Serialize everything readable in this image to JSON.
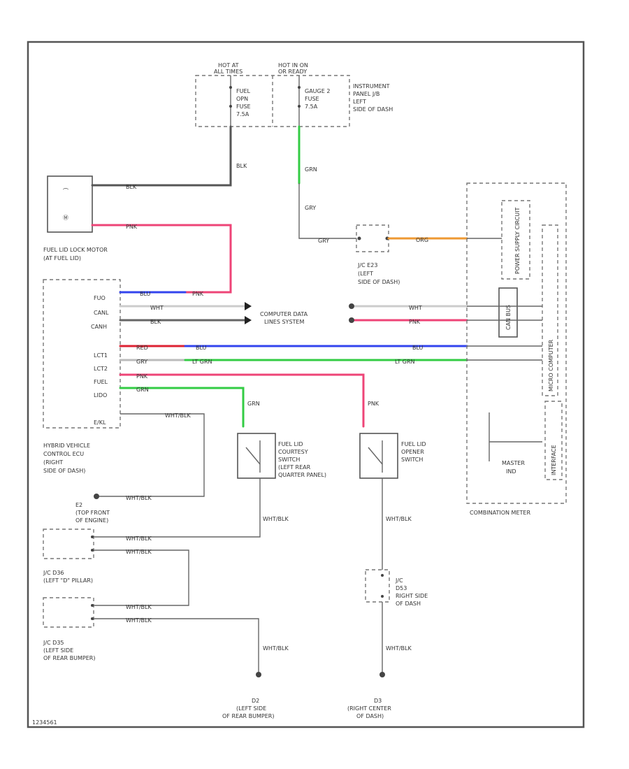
{
  "colors": {
    "black": "#555555",
    "pink": "#ee4477",
    "blue": "#3344ee",
    "green": "#33cc44",
    "orange": "#ee9933",
    "white": "#bbbbbb",
    "red": "#dd2233"
  },
  "fuse_box": {
    "hot1": [
      "HOT AT",
      "ALL TIMES"
    ],
    "hot2": [
      "HOT IN ON",
      "OR READY"
    ],
    "fuse1": [
      "FUEL",
      "OPN",
      "FUSE",
      "7.5A"
    ],
    "fuse2": [
      "GAUGE 2",
      "FUSE",
      "7.5A"
    ],
    "location": [
      "INSTRUMENT",
      "PANEL J/B",
      "LEFT",
      "SIDE OF DASH"
    ]
  },
  "lock_motor": {
    "label": [
      "FUEL LID LOCK MOTOR",
      "(AT FUEL LID)"
    ]
  },
  "jc": {
    "label": [
      "J/C E23",
      "(LEFT",
      "SIDE OF DASH)"
    ]
  },
  "ecu": {
    "pins": [
      "FUO",
      "CANL",
      "CANH",
      "LCT1",
      "LCT2",
      "FUEL",
      "LIDO",
      "E/KL"
    ],
    "label": [
      "HYBRID VEHICLE",
      "CONTROL ECU",
      "(RIGHT",
      "SIDE OF DASH)"
    ]
  },
  "can": {
    "label": [
      "COMPUTER DATA",
      "LINES SYSTEM"
    ]
  },
  "meter": {
    "power": "POWER SUPPLY CIRCUIT",
    "can": "CAN BUS",
    "micro": "MICRO COMPUTER",
    "interface": "INTERFACE",
    "master": [
      "MASTER",
      "IND"
    ],
    "label": "COMBINATION METER"
  },
  "sw1": {
    "label": [
      "FUEL LID",
      "COURTESY",
      "SWITCH",
      "(LEFT REAR",
      "QUARTER PANEL)"
    ]
  },
  "sw2": {
    "label": [
      "FUEL LID",
      "OPENER",
      "SWITCH"
    ]
  },
  "e2": {
    "label": [
      "E2",
      "(TOP FRONT",
      "OF ENGINE)"
    ]
  },
  "jc_mid": {
    "label": [
      "J/C D36",
      "(LEFT \"D\" PILLAR)"
    ]
  },
  "jc_low": {
    "label": [
      "J/C D35",
      "(LEFT SIDE",
      "OF REAR BUMPER)"
    ]
  },
  "jc_right": {
    "label": [
      "J/C",
      "D53",
      "RIGHT SIDE",
      "OF DASH"
    ]
  },
  "ground_left": {
    "label": [
      "D2",
      "(LEFT SIDE",
      "OF REAR BUMPER)"
    ]
  },
  "ground_right": {
    "label": [
      "D3",
      "(RIGHT CENTER",
      "OF DASH)"
    ]
  },
  "wire_labels": {
    "blk": "BLK",
    "pnk": "PNK",
    "blu": "BLU",
    "wht": "WHT",
    "red": "RED",
    "grn": "GRN",
    "gry": "GRY",
    "org": "ORG",
    "wht_blk": "WHT/BLK",
    "lt_grn": "LT GRN"
  },
  "footer": "1234561"
}
